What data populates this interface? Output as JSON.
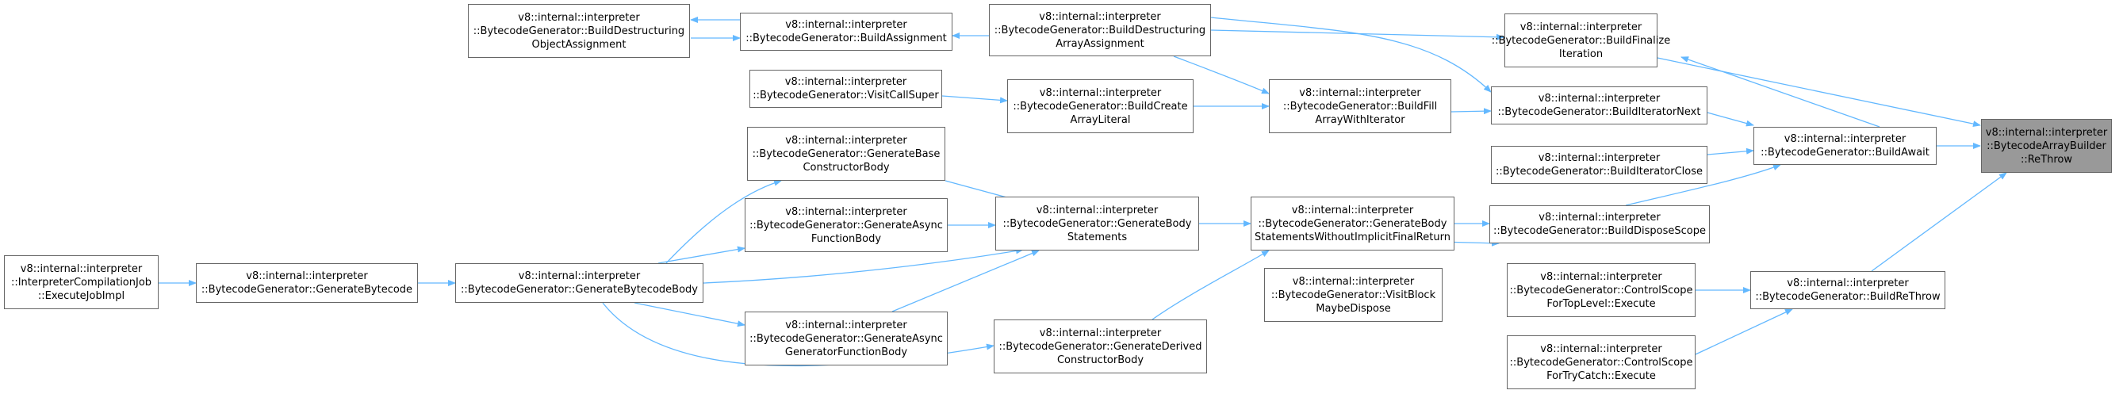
{
  "colors": {
    "edge": "#63b8ff",
    "node_border": "#666666",
    "focus_fill": "#999999"
  },
  "nodes": {
    "n1": {
      "label": "v8::internal::interpreter\n::BytecodeArrayBuilder\n::ReThrow"
    },
    "n2": {
      "label": "v8::internal::interpreter\n::BytecodeGenerator::BuildFinalize\nIteration"
    },
    "n3": {
      "label": "v8::internal::interpreter\n::BytecodeGenerator::BuildAwait"
    },
    "n4": {
      "label": "v8::internal::interpreter\n::BytecodeGenerator::BuildReThrow"
    },
    "n5": {
      "label": "v8::internal::interpreter\n::BytecodeGenerator::BuildDestructuring\nArrayAssignment"
    },
    "n6": {
      "label": "v8::internal::interpreter\n::BytecodeGenerator::BuildAssignment"
    },
    "n7": {
      "label": "v8::internal::interpreter\n::BytecodeGenerator::BuildDestructuring\nObjectAssignment"
    },
    "n8": {
      "label": "v8::internal::interpreter\n::BytecodeGenerator::BuildFill\nArrayWithIterator"
    },
    "n9": {
      "label": "v8::internal::interpreter\n::BytecodeGenerator::BuildCreate\nArrayLiteral"
    },
    "n10": {
      "label": "v8::internal::interpreter\n::BytecodeGenerator::VisitCallSuper"
    },
    "n11": {
      "label": "v8::internal::interpreter\n::BytecodeGenerator::BuildIteratorNext"
    },
    "n12": {
      "label": "v8::internal::interpreter\n::BytecodeGenerator::BuildIteratorClose"
    },
    "n13": {
      "label": "v8::internal::interpreter\n::BytecodeGenerator::BuildDisposeScope"
    },
    "n14": {
      "label": "v8::internal::interpreter\n::BytecodeGenerator::GenerateBody\nStatementsWithoutImplicitFinalReturn"
    },
    "n15": {
      "label": "v8::internal::interpreter\n::BytecodeGenerator::GenerateBody\nStatements"
    },
    "n16": {
      "label": "v8::internal::interpreter\n::BytecodeGenerator::GenerateBase\nConstructorBody"
    },
    "n17": {
      "label": "v8::internal::interpreter\n::BytecodeGenerator::GenerateAsync\nFunctionBody"
    },
    "n18": {
      "label": "v8::internal::interpreter\n::BytecodeGenerator::GenerateBytecodeBody"
    },
    "n19": {
      "label": "v8::internal::interpreter\n::BytecodeGenerator::GenerateBytecode"
    },
    "n20": {
      "label": "v8::internal::interpreter\n::InterpreterCompilationJob\n::ExecuteJobImpl"
    },
    "n21": {
      "label": "v8::internal::interpreter\n::BytecodeGenerator::GenerateAsync\nGeneratorFunctionBody"
    },
    "n22": {
      "label": "v8::internal::interpreter\n::BytecodeGenerator::GenerateDerived\nConstructorBody"
    },
    "n23": {
      "label": "v8::internal::interpreter\n::BytecodeGenerator::VisitBlock\nMaybeDispose"
    },
    "n24": {
      "label": "v8::internal::interpreter\n::BytecodeGenerator::ControlScope\nForTopLevel::Execute"
    },
    "n25": {
      "label": "v8::internal::interpreter\n::BytecodeGenerator::ControlScope\nForTryCatch::Execute"
    }
  }
}
